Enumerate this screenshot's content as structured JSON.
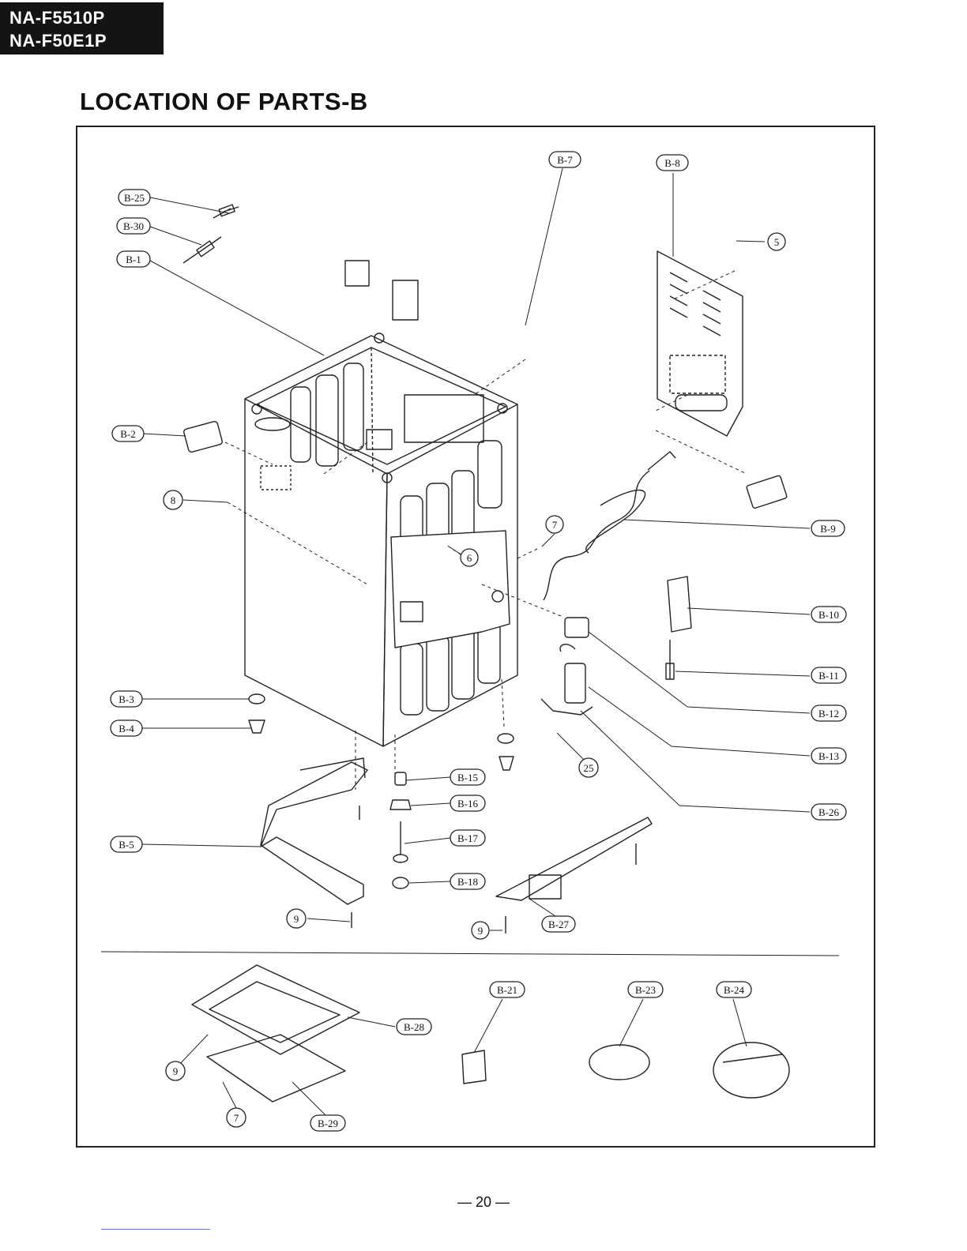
{
  "header": {
    "models": [
      "NA-F5510P",
      "NA-F50E1P"
    ],
    "title": "LOCATION OF PARTS-B"
  },
  "callouts": {
    "b1": "B-1",
    "b2": "B-2",
    "b3": "B-3",
    "b4": "B-4",
    "b5": "B-5",
    "b7": "B-7",
    "b8": "B-8",
    "b9": "B-9",
    "b10": "B-10",
    "b11": "B-11",
    "b12": "B-12",
    "b13": "B-13",
    "b15": "B-15",
    "b16": "B-16",
    "b17": "B-17",
    "b18": "B-18",
    "b21": "B-21",
    "b23": "B-23",
    "b24": "B-24",
    "b25": "B-25",
    "b26": "B-26",
    "b27": "B-27",
    "b28": "B-28",
    "b29": "B-29",
    "b30": "B-30"
  },
  "screws": {
    "s5": "5",
    "s6": "6",
    "s7": "7",
    "s7b": "7",
    "s8": "8",
    "s9a": "9",
    "s9b": "9",
    "s9c": "9",
    "s25": "25"
  },
  "page": {
    "number": "— 20 —"
  }
}
